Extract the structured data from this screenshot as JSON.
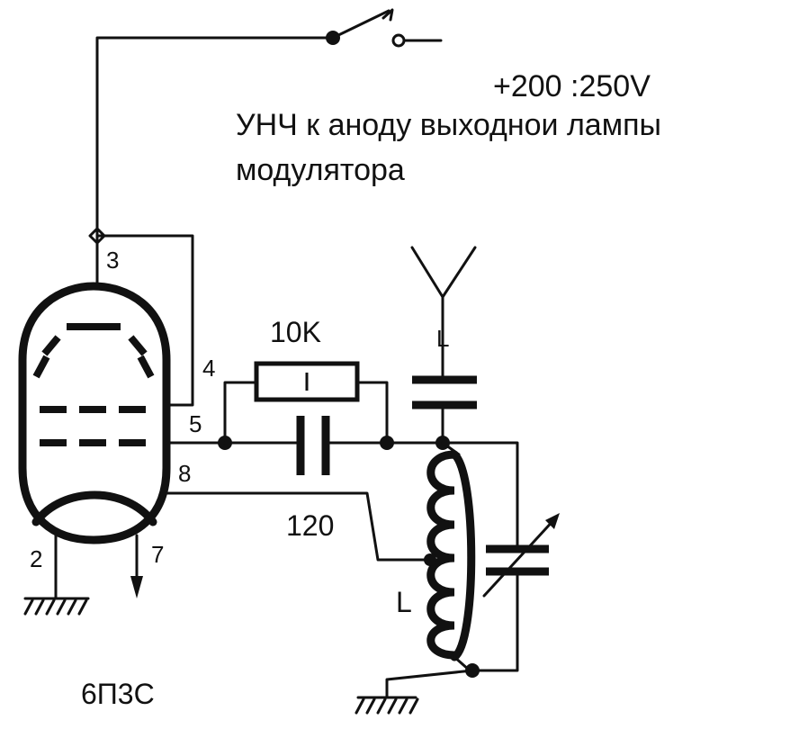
{
  "supply": {
    "voltage": "+200 :250V",
    "note_line1": "УНЧ к аноду выходнои лампы",
    "note_line2": "модулятора"
  },
  "tube": {
    "type": "6П3С",
    "pins": {
      "anode": "3",
      "g2": "4",
      "g1": "5",
      "beam": "8",
      "heater_a": "2",
      "heater_b": "7"
    }
  },
  "resistor": {
    "value": "10K"
  },
  "capacitor": {
    "value": "120"
  },
  "inductor": {
    "label": "L"
  },
  "antenna_coupling": {
    "label": "L"
  }
}
